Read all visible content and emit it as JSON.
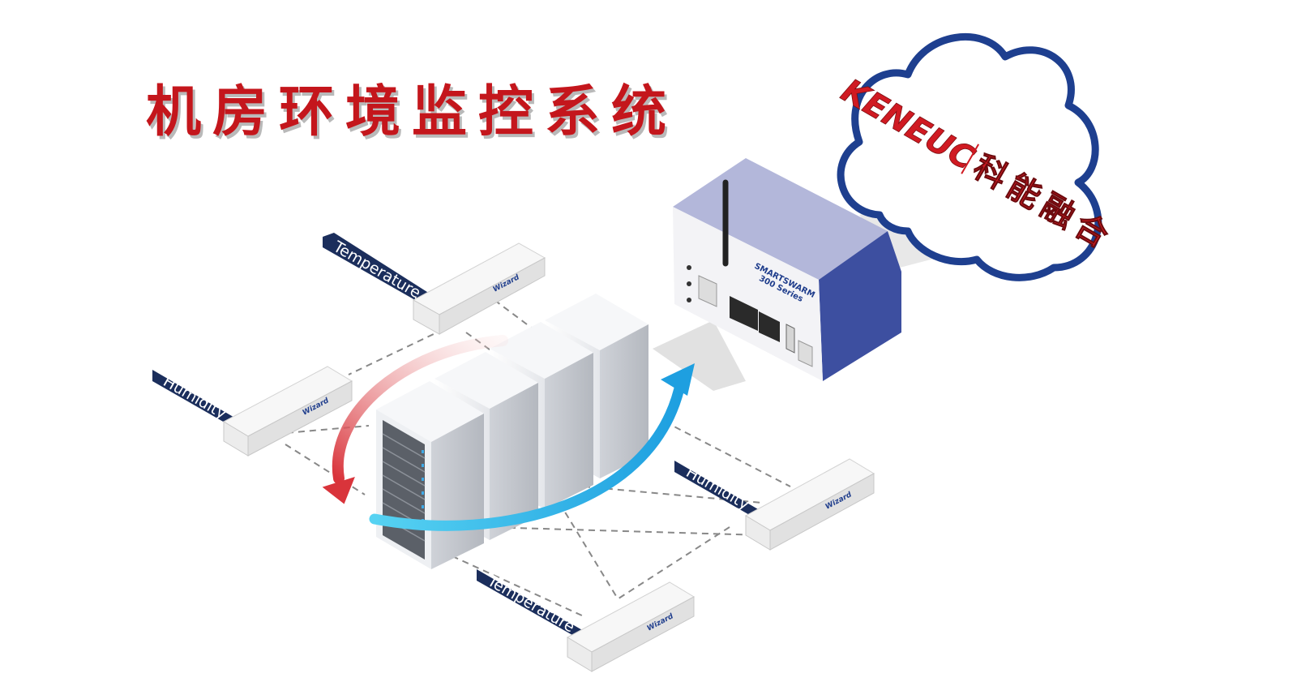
{
  "title": "机房环境监控系统",
  "brand": {
    "name_en": "KENEUC",
    "name_cn": "科能融合"
  },
  "gateway": {
    "model": "SMARTSWARM",
    "subtitle": "300 Series"
  },
  "sensors": [
    {
      "label": "Temperature",
      "brand": "Wizard"
    },
    {
      "label": "Humidity",
      "brand": "Wizard"
    },
    {
      "label": "Humidity",
      "brand": "Wizard"
    },
    {
      "label": "Temperature",
      "brand": "Wizard"
    }
  ],
  "colors": {
    "title": "#c4161c",
    "cloud_outline": "#1e3f8f",
    "label_bg": "#1b2e5c",
    "airflow_cool": "#29b6e8",
    "airflow_hot": "#d9454b",
    "gateway_body": "#3d4fa0"
  }
}
